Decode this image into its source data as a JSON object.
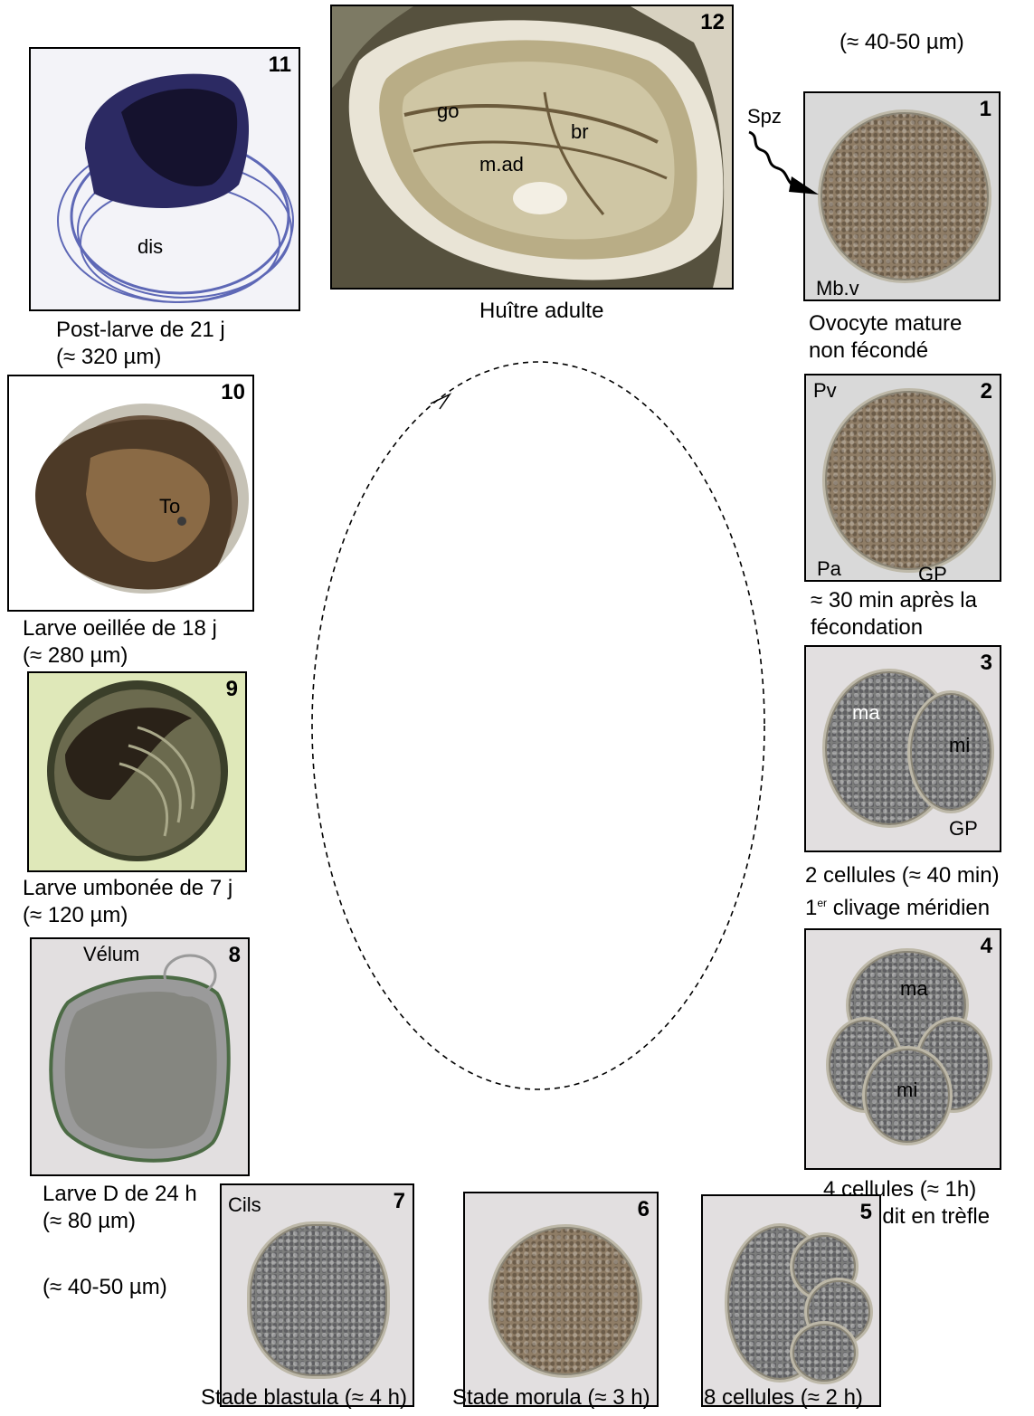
{
  "top_size": "(≈ 40-50 µm)",
  "bottom_size": "(≈ 40-50 µm)",
  "panels": {
    "p12": {
      "num": "12",
      "labels": {
        "go": "go",
        "br": "br",
        "mad": "m.ad"
      },
      "caption": "Huître adulte"
    },
    "p11": {
      "num": "11",
      "labels": {
        "dis": "dis"
      },
      "caption1": "Post-larve de 21 j",
      "caption2": "(≈ 320 µm)"
    },
    "p10": {
      "num": "10",
      "labels": {
        "to": "To"
      },
      "caption1": "Larve oeillée de 18 j",
      "caption2": "(≈ 280 µm)"
    },
    "p9": {
      "num": "9",
      "caption1": "Larve umbonée de 7 j",
      "caption2": "(≈ 120 µm)"
    },
    "p8": {
      "num": "8",
      "labels": {
        "velum": "Vélum"
      },
      "caption1": "Larve D de 24 h",
      "caption2": "(≈ 80 µm)"
    },
    "p1": {
      "num": "1",
      "labels": {
        "spz": "Spz",
        "mbv": "Mb.v"
      },
      "caption1": "Ovocyte mature",
      "caption2": "non fécondé"
    },
    "p2": {
      "num": "2",
      "labels": {
        "pv": "Pv",
        "pa": "Pa",
        "gp": "GP"
      },
      "caption1": "≈ 30 min après la",
      "caption2": "fécondation"
    },
    "p3": {
      "num": "3",
      "labels": {
        "ma": "ma",
        "mi": "mi",
        "gp": "GP"
      },
      "caption1": "2 cellules (≈ 40 min)",
      "caption2_sup": "er",
      "caption2_a": "1",
      "caption2_b": " clivage méridien"
    },
    "p4": {
      "num": "4",
      "labels": {
        "ma": "ma",
        "mi": "mi"
      },
      "caption1": "4 cellules (≈ 1h)",
      "caption2": "stade dit en trèfle"
    },
    "p7": {
      "num": "7",
      "labels": {
        "cils": "Cils"
      },
      "caption": "Stade blastula (≈ 4 h)"
    },
    "p6": {
      "num": "6",
      "caption": "Stade morula (≈ 3 h)"
    },
    "p5": {
      "num": "5",
      "caption": "8 cellules (≈ 2 h)"
    }
  }
}
